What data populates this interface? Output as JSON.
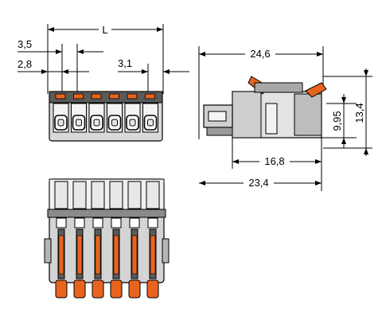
{
  "dimensions": {
    "L": "L",
    "d35": "3,5",
    "d28": "2,8",
    "d31": "3,1",
    "d246": "24,6",
    "d168": "16,8",
    "d234": "23,4",
    "d995": "9,95",
    "d134": "13,4"
  },
  "colors": {
    "line": "#000000",
    "body_dark": "#3c3c3c",
    "body_mid": "#8a8a8a",
    "body_light": "#d9d9d9",
    "accent": "#e8641e"
  },
  "pole_count": 6
}
